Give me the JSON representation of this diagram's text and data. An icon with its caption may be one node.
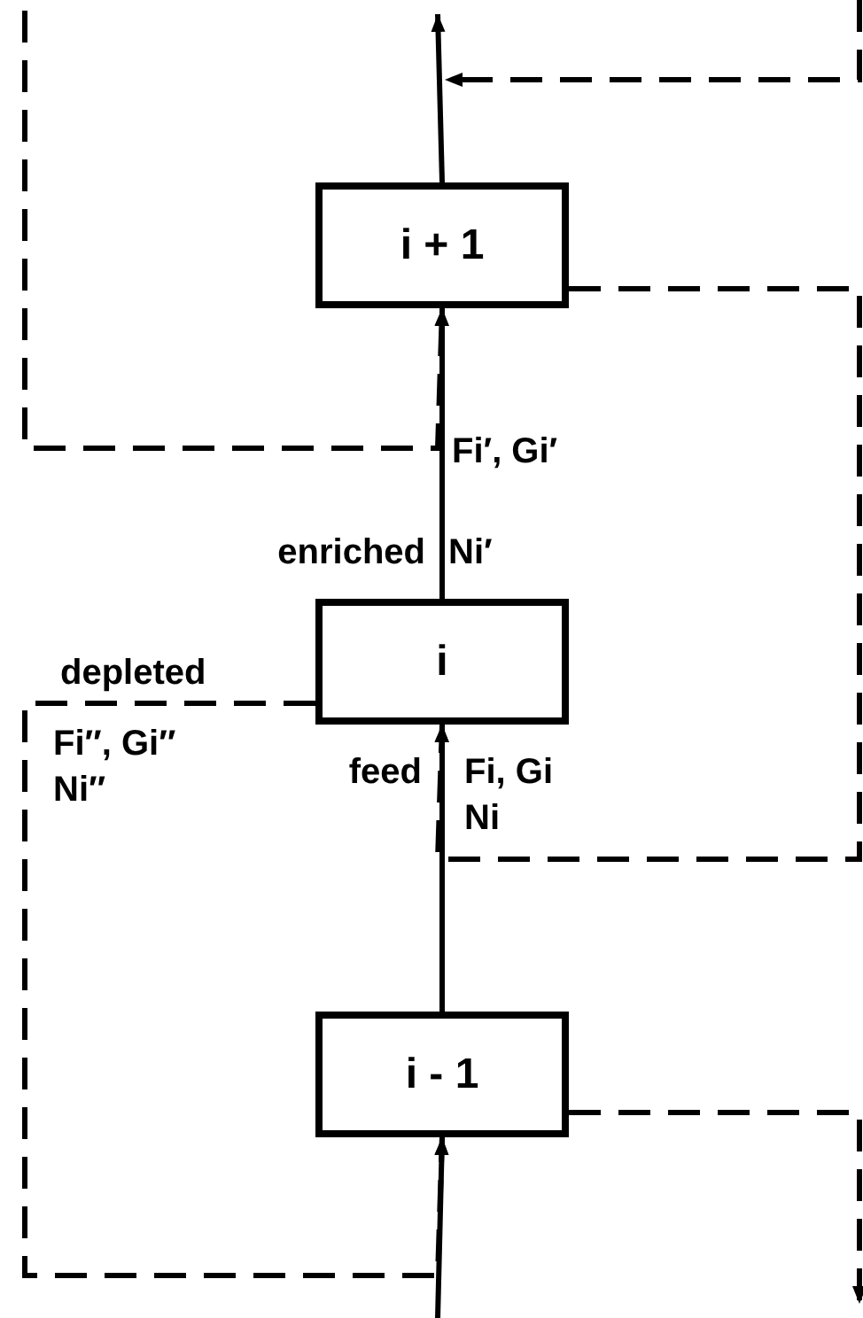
{
  "diagram": {
    "nodes": [
      {
        "text": [
          "i + 1"
        ]
      },
      {
        "text": [
          "i"
        ]
      },
      {
        "text": [
          "i - 1"
        ]
      }
    ],
    "edges": [
      {
        "from": 0,
        "to": null,
        "arrow": "to"
      },
      {
        "from": 1,
        "to": 0,
        "arrow": "to"
      },
      {
        "from": null,
        "to": 0,
        "arrow": "to",
        "style": "dashed"
      },
      {
        "from": 0,
        "to": 1,
        "arrow": "to",
        "style": "dashed"
      },
      {
        "from": 2,
        "to": 1,
        "arrow": "to"
      },
      {
        "from": 1,
        "to": 2,
        "arrow": "to",
        "style": "dashed"
      },
      {
        "from": null,
        "to": 2,
        "arrow": "to"
      },
      {
        "from": 2,
        "to": null,
        "arrow": "to",
        "style": "dashed"
      }
    ],
    "labels": [
      "Fi′, Gi′",
      "enriched",
      "Ni′",
      "depleted",
      "Fi″, Gi″",
      "Ni″",
      "feed",
      "Fi, Gi",
      "Ni"
    ]
  }
}
